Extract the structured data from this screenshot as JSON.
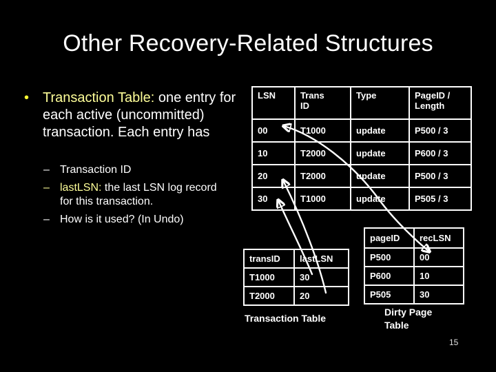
{
  "slide": {
    "title": "Other Recovery-Related Structures",
    "page_number": "15"
  },
  "bullet": {
    "marker": "•",
    "highlight": "Transaction Table:",
    "rest": " one entry for each active (uncommitted) transaction. Each entry has"
  },
  "sub_bullets": [
    {
      "marker": "–",
      "highlight": "",
      "rest": "Transaction ID"
    },
    {
      "marker": "–",
      "highlight": "lastLSN:",
      "rest": " the last LSN log record for this transaction."
    },
    {
      "marker": "–",
      "highlight": "",
      "rest": "How is it used? (In Undo)"
    }
  ],
  "log_table": {
    "headers": [
      "LSN",
      "Trans\nID",
      "Type",
      "PageID /\nLength"
    ],
    "rows": [
      [
        "00",
        "T1000",
        "update",
        "P500 / 3"
      ],
      [
        "10",
        "T2000",
        "update",
        "P600 / 3"
      ],
      [
        "20",
        "T2000",
        "update",
        "P500 / 3"
      ],
      [
        "30",
        "T1000",
        "update",
        "P505 / 3"
      ]
    ]
  },
  "transaction_table": {
    "caption": "Transaction Table",
    "headers": [
      "transID",
      "lastLSN"
    ],
    "rows": [
      [
        "T1000",
        "30"
      ],
      [
        "T2000",
        "20"
      ]
    ]
  },
  "dirty_page_table": {
    "caption": "Dirty Page Table",
    "headers": [
      "pageID",
      "recLSN"
    ],
    "rows": [
      [
        "P500",
        "00"
      ],
      [
        "P600",
        "10"
      ],
      [
        "P505",
        "30"
      ]
    ]
  },
  "arrows": {
    "meaning": [
      "recLSN 00 links to log record LSN 00",
      "lastLSN 30 links to log record LSN 30",
      "lastLSN 20 links to log record LSN 20"
    ]
  },
  "colors": {
    "background": "#000000",
    "text": "#ffffff",
    "highlight_yellow": "#ffff99",
    "bullet_dot_yellow": "#ffff33",
    "table_border": "#ffffff",
    "arrow": "#ffffff",
    "page_number": "#e0e0e0"
  }
}
